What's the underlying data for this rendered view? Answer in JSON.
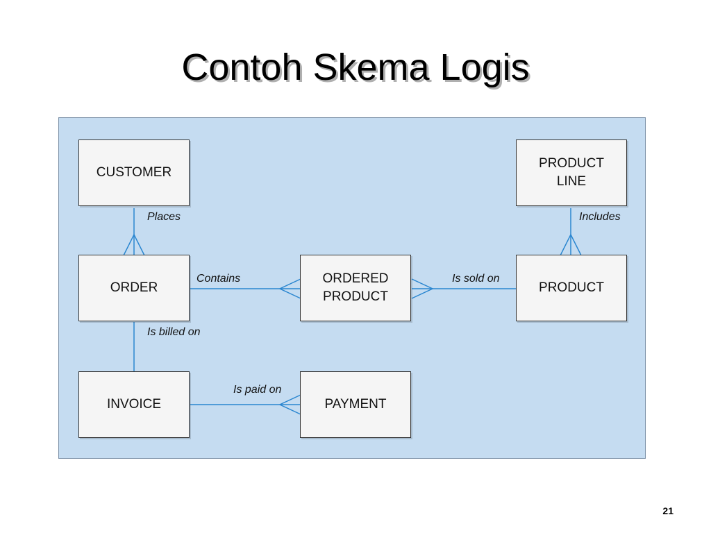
{
  "slide": {
    "title": "Contoh Skema Logis",
    "page_number": "21"
  },
  "diagram": {
    "colors": {
      "panel_background": "#c5dcf1",
      "entity_background": "#f5f5f5",
      "connector": "#2a86d0"
    },
    "entities": {
      "customer": "CUSTOMER",
      "product_line": "PRODUCT\nLINE",
      "order": "ORDER",
      "ordered_product": "ORDERED\nPRODUCT",
      "product": "PRODUCT",
      "invoice": "INVOICE",
      "payment": "PAYMENT"
    },
    "relationships": {
      "places": "Places",
      "includes": "Includes",
      "contains": "Contains",
      "is_sold_on": "Is sold on",
      "is_billed_on": "Is billed on",
      "is_paid_on": "Is paid on"
    }
  }
}
